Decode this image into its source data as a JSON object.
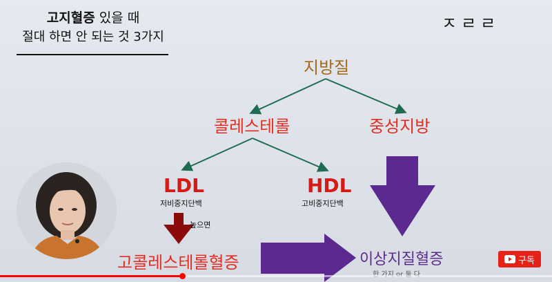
{
  "title": {
    "bold": "고지혈증",
    "rest": " 있을 때",
    "line2": "절대 하면 안 되는 것 3가지"
  },
  "logo": {
    "text": "ㅈㄹㄹ"
  },
  "diagram": {
    "fat": "지방질",
    "cholesterol": "콜레스테롤",
    "triglyceride": "중성지방",
    "ldl": "LDL",
    "ldl_sub": "저비중지단백",
    "hdl": "HDL",
    "hdl_sub": "고비중지단백",
    "high_note": "높으면",
    "hypercholesterolemia": "고콜레스테롤혈증",
    "dyslipidemia": "이상지질혈증",
    "either": "한 가지 or 둘 다"
  },
  "colors": {
    "line_green": "#1f6b52",
    "arrow_dark_red": "#8b0b0b",
    "arrow_purple": "#5c2a8e",
    "red_text": "#e32d23"
  },
  "player": {
    "subscribe_label": "구독",
    "progress_fraction": 0.33
  }
}
